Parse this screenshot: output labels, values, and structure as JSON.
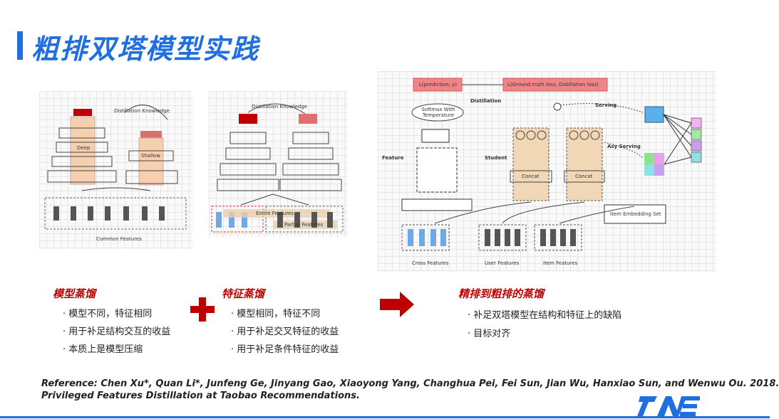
{
  "title": "粗排双塔模型实践",
  "fig1": {
    "distill_label": "Distillation Knowledge",
    "deep_label": "Deep",
    "shallow_label": "Shallow",
    "common_label": "Common Features"
  },
  "fig2": {
    "distill_label": "Distillation Knowledge",
    "entire_label": "Entire Features",
    "partial_label": "Partial Features"
  },
  "fig3": {
    "top_left_box": "L(prediction, y)",
    "top_right_box": "L(Ground truth loss, Distillation loss)",
    "softmax_label": "Softmax With Temperature",
    "distillation_label": "Distillation",
    "serving_label": "Serving",
    "asy_serving_label": "Asy Serving",
    "feature_label": "Feature",
    "student_label": "Student",
    "concat_label": "Concat",
    "item_embedding_label": "Item Embedding Set",
    "cross_features": "Cross Features",
    "user_features": "User Features",
    "item_features": "Item Features"
  },
  "col1": {
    "heading": "模型蒸馏",
    "bullets": [
      "模型不同，特征相同",
      "用于补足结构交互的收益",
      "本质上是模型压缩"
    ]
  },
  "col2": {
    "heading": "特征蒸馏",
    "bullets": [
      "模型相同，特征不同",
      "用于补足交叉特征的收益",
      "用于补足条件特征的收益"
    ]
  },
  "col3": {
    "heading": "精排到粗排的蒸馏",
    "bullets": [
      "补足双塔模型在结构和特征上的缺陷",
      "目标对齐"
    ]
  },
  "reference": {
    "line1": "Reference: Chen Xu*, Quan Li*, Junfeng Ge, Jinyang Gao, Xiaoyong Yang, Changhua Pei, Fei Sun, Jian Wu, Hanxiao Sun, and Wenwu Ou. 2018.",
    "line2": "Privileged Features Distillation at Taobao Recommendations."
  },
  "colors": {
    "accent": "#1f6fe0",
    "red": "#c00000"
  }
}
